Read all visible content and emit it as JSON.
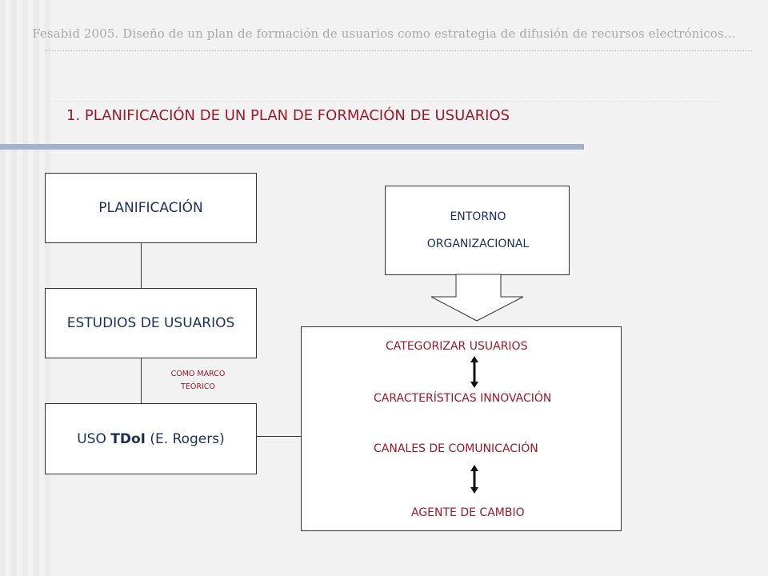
{
  "header": {
    "text": "Fesabid 2005. Diseño de un plan de formación de usuarios como estrategia de difusión de recursos electrónicos…"
  },
  "title": "1. PLANIFICACIÓN DE UN PLAN DE FORMACIÓN DE USUARIOS",
  "diagram": {
    "planificacion": "PLANIFICACIÓN",
    "estudios": "ESTUDIOS DE USUARIOS",
    "marco_line1": "COMO MARCO",
    "marco_line2": "TEÓRICO",
    "uso_prefix": "USO ",
    "uso_bold": "TDoI",
    "uso_suffix": " (E. Rogers)",
    "entorno_line1": "ENTORNO",
    "entorno_line2": "ORGANIZACIONAL",
    "categorizar": "CATEGORIZAR USUARIOS",
    "caracteristicas": "CARACTERÍSTICAS INNOVACIÓN",
    "canales": "CANALES DE COMUNICACIÓN",
    "agente": "AGENTE DE CAMBIO"
  },
  "colors": {
    "title_red": "#9a1a2a",
    "box_text_navy": "#1a2f5a",
    "bar_blue": "#a4b2ca",
    "background": "#f2f2f2"
  }
}
